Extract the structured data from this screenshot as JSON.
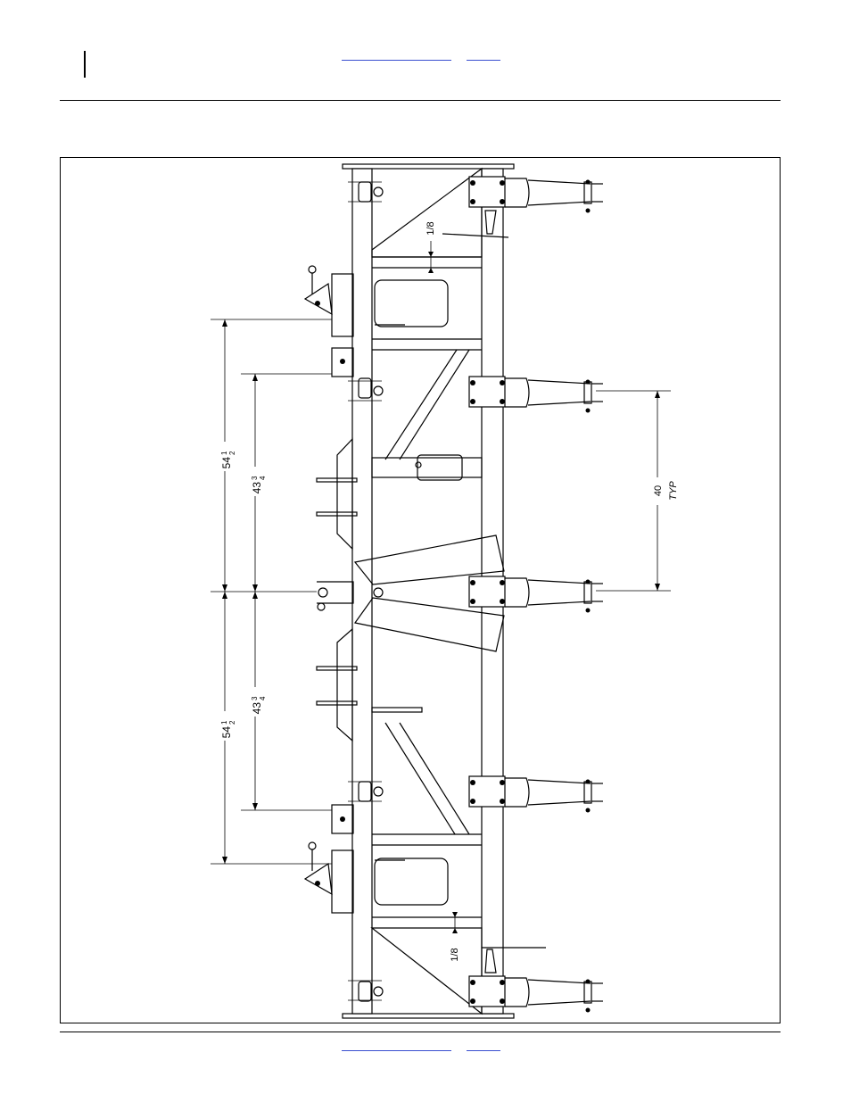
{
  "header": {
    "link_1": "",
    "link_2": ""
  },
  "footer": {
    "link_1": "",
    "link_2": ""
  },
  "diagram": {
    "dim_outer_top": "54",
    "dim_outer_bottom": "54",
    "dim_inner_top": "43",
    "dim_inner_bottom": "43",
    "dim_fraction_half_num": "1",
    "dim_fraction_half_den": "2",
    "dim_fraction_q_num": "3",
    "dim_fraction_q_den": "4",
    "dim_spacing": "40",
    "dim_spacing_note": "TYP",
    "dim_gap_top": "1/8",
    "dim_gap_bottom": "1/8"
  }
}
